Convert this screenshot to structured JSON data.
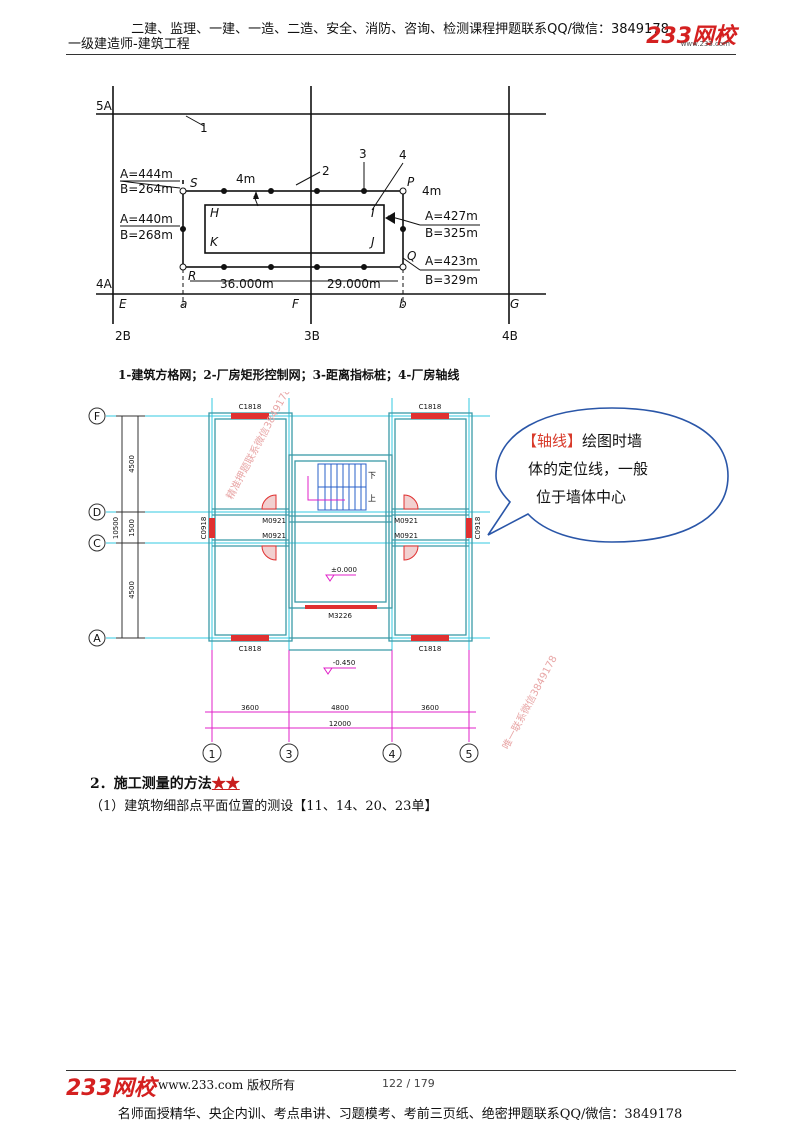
{
  "header": {
    "top_line": "二建、监理、一建、一造、二造、安全、消防、咨询、检测课程押题联系QQ/微信：3849178",
    "subtitle": "一级建造师-建筑工程",
    "logo": "233网校",
    "logo_url": "www.233.com"
  },
  "figure1": {
    "labels": {
      "5A": "5A",
      "4A": "4A",
      "2B": "2B",
      "3B": "3B",
      "4B": "4B",
      "n1": "1",
      "n2": "2",
      "n3": "3",
      "n4": "4",
      "S": "S",
      "P": "P",
      "R": "R",
      "Q": "Q",
      "H": "H",
      "I": "I",
      "K": "K",
      "J": "J",
      "E": "E",
      "a": "a",
      "F": "F",
      "b": "b",
      "G": "G",
      "S_A": "A=444m",
      "S_B": "B=264m",
      "H_A": "A=440m",
      "H_B": "B=268m",
      "P_A": "A=427m",
      "P_B": "B=325m",
      "Q_A": "A=423m",
      "Q_B": "B=329m",
      "dim4m_top": "4m",
      "dim4m_right": "4m",
      "d1": "36.000m",
      "d2": "29.000m"
    },
    "caption": "1-建筑方格网；2-厂房矩形控制网；3-距离指标桩；4-厂房轴线"
  },
  "figure2": {
    "axis_rows": [
      "F",
      "D",
      "C",
      "A"
    ],
    "axis_cols": [
      "1",
      "3",
      "4",
      "5"
    ],
    "left_dims": [
      "4500",
      "1500",
      "4500",
      "10500"
    ],
    "bottom_dims": [
      "3600",
      "4800",
      "3600",
      "12000"
    ],
    "windows": [
      "C1818",
      "C1818",
      "C1818",
      "C1818",
      "C0918",
      "C0918"
    ],
    "doors": [
      "M0921",
      "M0921",
      "M0921",
      "M0921",
      "M3226"
    ],
    "elevations": [
      "±0.000",
      "-0.450"
    ],
    "stair_marks": [
      "下",
      "上"
    ],
    "watermark1": "精准押题联系微信3849178",
    "watermark2": "唯一联系微信3849178",
    "callout": {
      "bracket": "【轴线】",
      "text1": "绘图时墙",
      "text2": "体的定位线，一般",
      "text3": "位于墙体中心"
    }
  },
  "section": {
    "title": "2．施工测量的方法",
    "stars": "★★",
    "subtitle": "（1）建筑物细部点平面位置的测设【11、14、20、23单】"
  },
  "footer": {
    "logo": "233网校",
    "site": "www.233.com 版权所有",
    "page": "122 / 179",
    "bottom_line": "名师面授精华、央企内训、考点串讲、习题模考、考前三页纸、绝密押题联系QQ/微信：3849178"
  },
  "colors": {
    "brand_red": "#d42020",
    "callout_red": "#d83a2a",
    "axis_cyan": "#33c8e0",
    "dim_magenta": "#e020c8",
    "wall_teal": "#3a9aa8"
  }
}
